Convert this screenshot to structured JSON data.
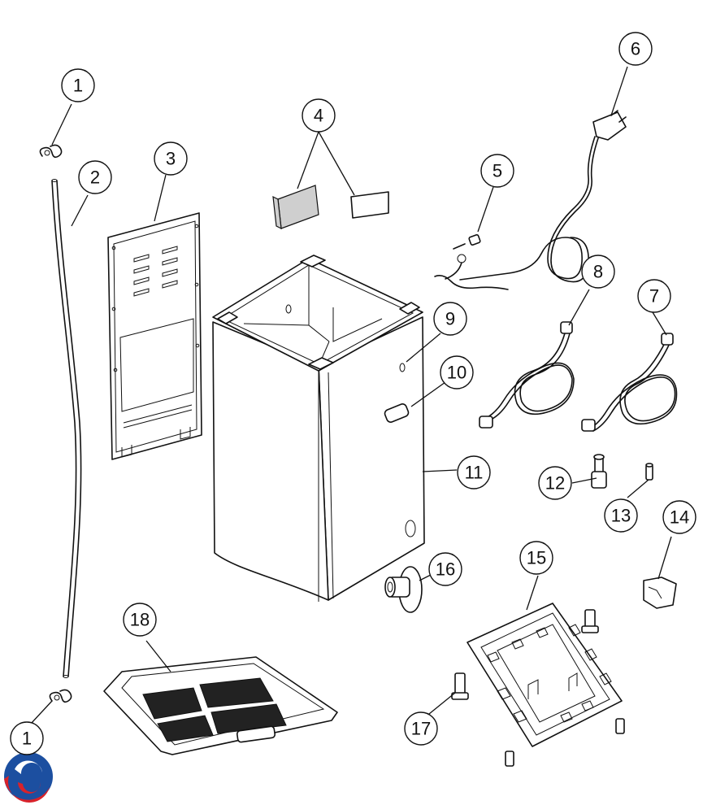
{
  "diagram": {
    "callouts": [
      {
        "id": "c1a",
        "label": "1"
      },
      {
        "id": "c2",
        "label": "2"
      },
      {
        "id": "c3",
        "label": "3"
      },
      {
        "id": "c4",
        "label": "4"
      },
      {
        "id": "c5",
        "label": "5"
      },
      {
        "id": "c6",
        "label": "6"
      },
      {
        "id": "c7",
        "label": "7"
      },
      {
        "id": "c8",
        "label": "8"
      },
      {
        "id": "c9",
        "label": "9"
      },
      {
        "id": "c10",
        "label": "10"
      },
      {
        "id": "c11",
        "label": "11"
      },
      {
        "id": "c12",
        "label": "12"
      },
      {
        "id": "c13",
        "label": "13"
      },
      {
        "id": "c14",
        "label": "14"
      },
      {
        "id": "c15",
        "label": "15"
      },
      {
        "id": "c16",
        "label": "16"
      },
      {
        "id": "c17",
        "label": "17"
      },
      {
        "id": "c18",
        "label": "18"
      },
      {
        "id": "c1b",
        "label": "1"
      }
    ],
    "logo": {
      "colors": [
        "#1c4fa0",
        "#d8222a"
      ]
    }
  }
}
